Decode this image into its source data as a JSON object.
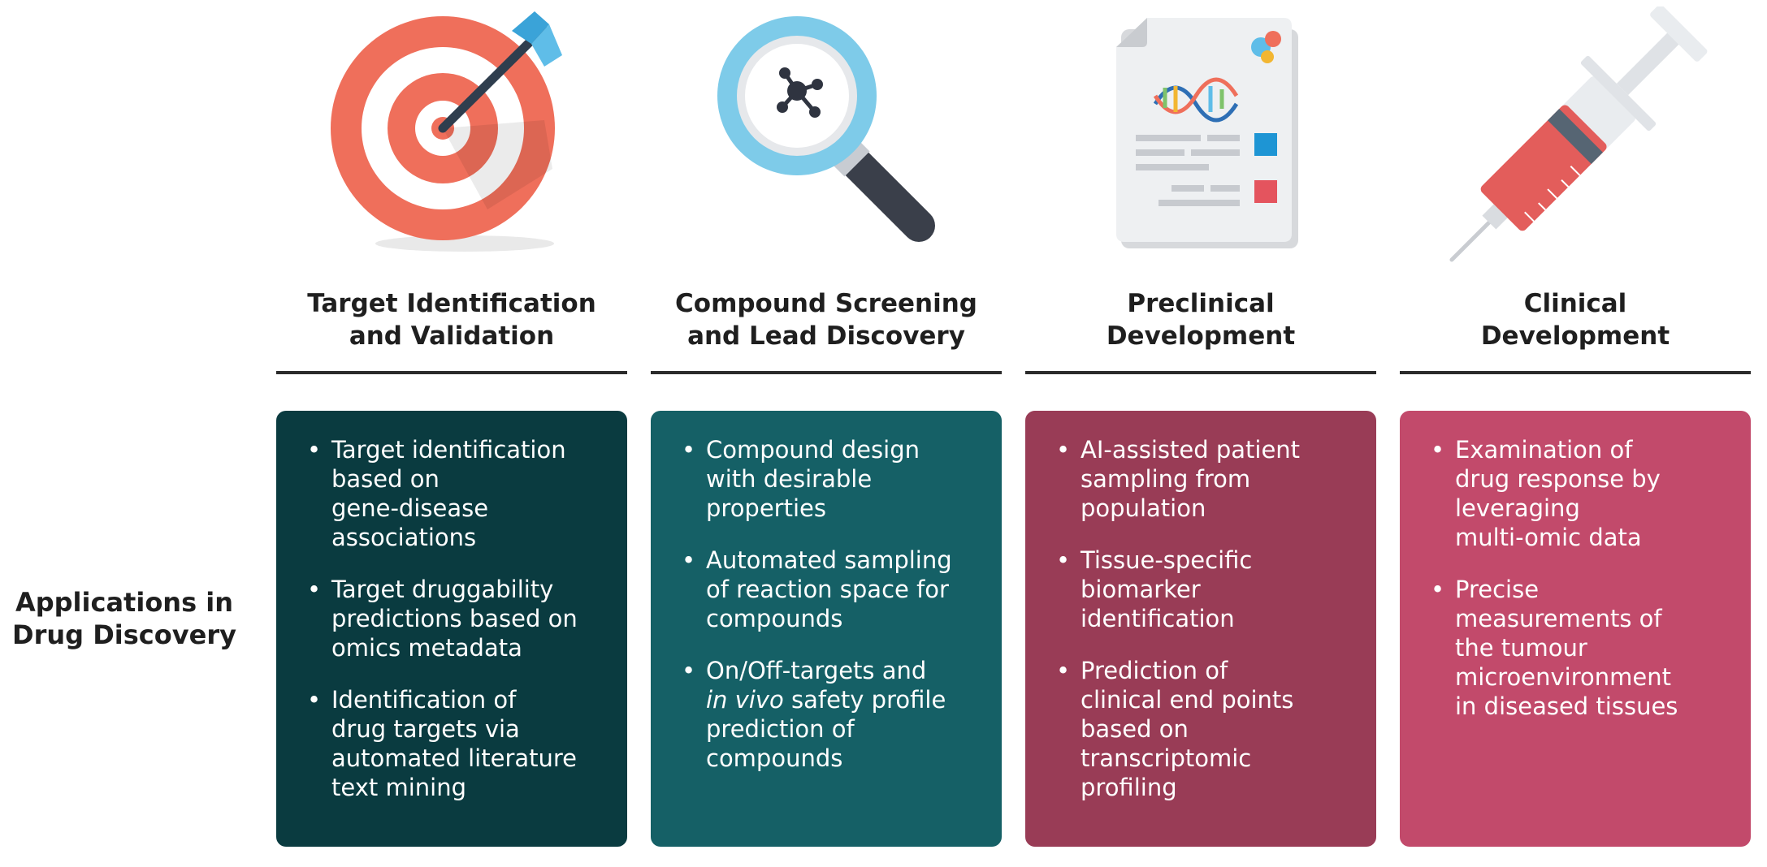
{
  "row_label": [
    "Applications in",
    "Drug Discovery"
  ],
  "stages": [
    {
      "icon": "target-icon",
      "title": [
        "Target Identification",
        "and Validation"
      ],
      "color": "#0a3b40",
      "items": [
        [
          "Target identification",
          "based on",
          "gene-disease",
          "associations"
        ],
        [
          "Target druggability",
          "predictions based on",
          "omics metadata"
        ],
        [
          "Identification of",
          "drug targets via",
          "automated literature",
          "text mining"
        ]
      ]
    },
    {
      "icon": "magnifier-molecule-icon",
      "title": [
        "Compound Screening",
        "and Lead Discovery"
      ],
      "color": "#156066",
      "items": [
        [
          "Compound design",
          "with desirable",
          "properties"
        ],
        [
          "Automated sampling",
          "of reaction space for",
          "compounds"
        ],
        [
          "On/Off-targets and",
          "in vivo safety profile",
          "prediction of",
          "compounds"
        ]
      ]
    },
    {
      "icon": "document-dna-icon",
      "title": [
        "Preclinical",
        "Development"
      ],
      "color": "#993c56",
      "items": [
        [
          "AI-assisted patient",
          "sampling from",
          "population"
        ],
        [
          "Tissue-specific",
          "biomarker",
          "identification"
        ],
        [
          "Prediction of",
          "clinical end points",
          "based on",
          "transcriptomic",
          "profiling"
        ]
      ]
    },
    {
      "icon": "syringe-icon",
      "title": [
        "Clinical",
        "Development"
      ],
      "color": "#c24a6b",
      "items": [
        [
          "Examination of",
          "drug response by",
          "leveraging",
          "multi-omic data"
        ],
        [
          "Precise",
          "measurements of",
          "the tumour",
          "microenvironment",
          "in diseased tissues"
        ]
      ]
    }
  ],
  "bullet_char": "•",
  "italic_phrase": "in vivo"
}
